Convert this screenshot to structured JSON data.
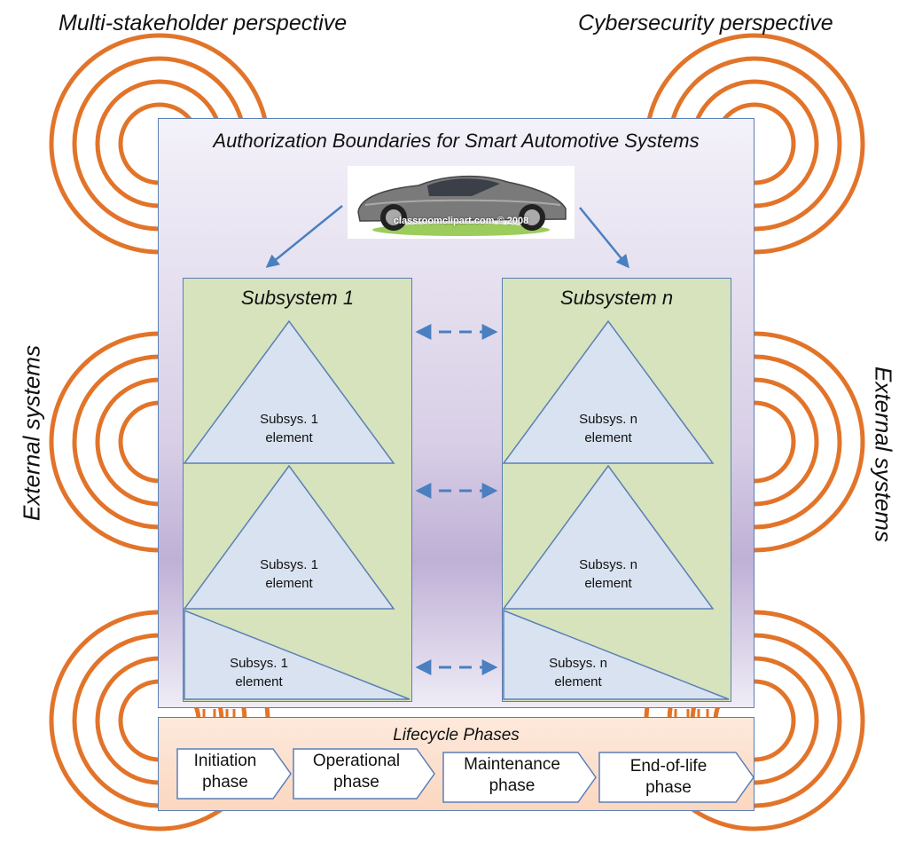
{
  "corner_labels": {
    "top_left": "Multi-stakeholder perspective",
    "top_right": "Cybersecurity perspective"
  },
  "side_labels": {
    "left": "External systems",
    "right": "External systems"
  },
  "main": {
    "title": "Authorization Boundaries for Smart Automotive Systems",
    "car_watermark": "classroomclipart.com © 2008"
  },
  "subsystems": [
    {
      "title": "Subsystem 1",
      "elements": [
        {
          "line1": "Subsys. 1",
          "line2": "element"
        },
        {
          "line1": "Subsys. 1",
          "line2": "element"
        },
        {
          "line1": "Subsys. 1",
          "line2": "element"
        }
      ]
    },
    {
      "title": "Subsystem n",
      "elements": [
        {
          "line1": "Subsys. n",
          "line2": "element"
        },
        {
          "line1": "Subsys. n",
          "line2": "element"
        },
        {
          "line1": "Subsys. n",
          "line2": "element"
        }
      ]
    }
  ],
  "lifecycle": {
    "title": "Lifecycle Phases",
    "phases": [
      {
        "line1": "Initiation",
        "line2": "phase"
      },
      {
        "line1": "Operational",
        "line2": "phase"
      },
      {
        "line1": "Maintenance",
        "line2": "phase"
      },
      {
        "line1": "End-of-life",
        "line2": "phase"
      }
    ]
  },
  "colors": {
    "rings": "#e2742a",
    "box_border": "#5b7fb5",
    "subsystem_fill": "#d6e3bd",
    "element_fill": "#d9e2f0",
    "connector": "#4a7fc0",
    "lifecycle_fill": "#fbd7c0"
  }
}
